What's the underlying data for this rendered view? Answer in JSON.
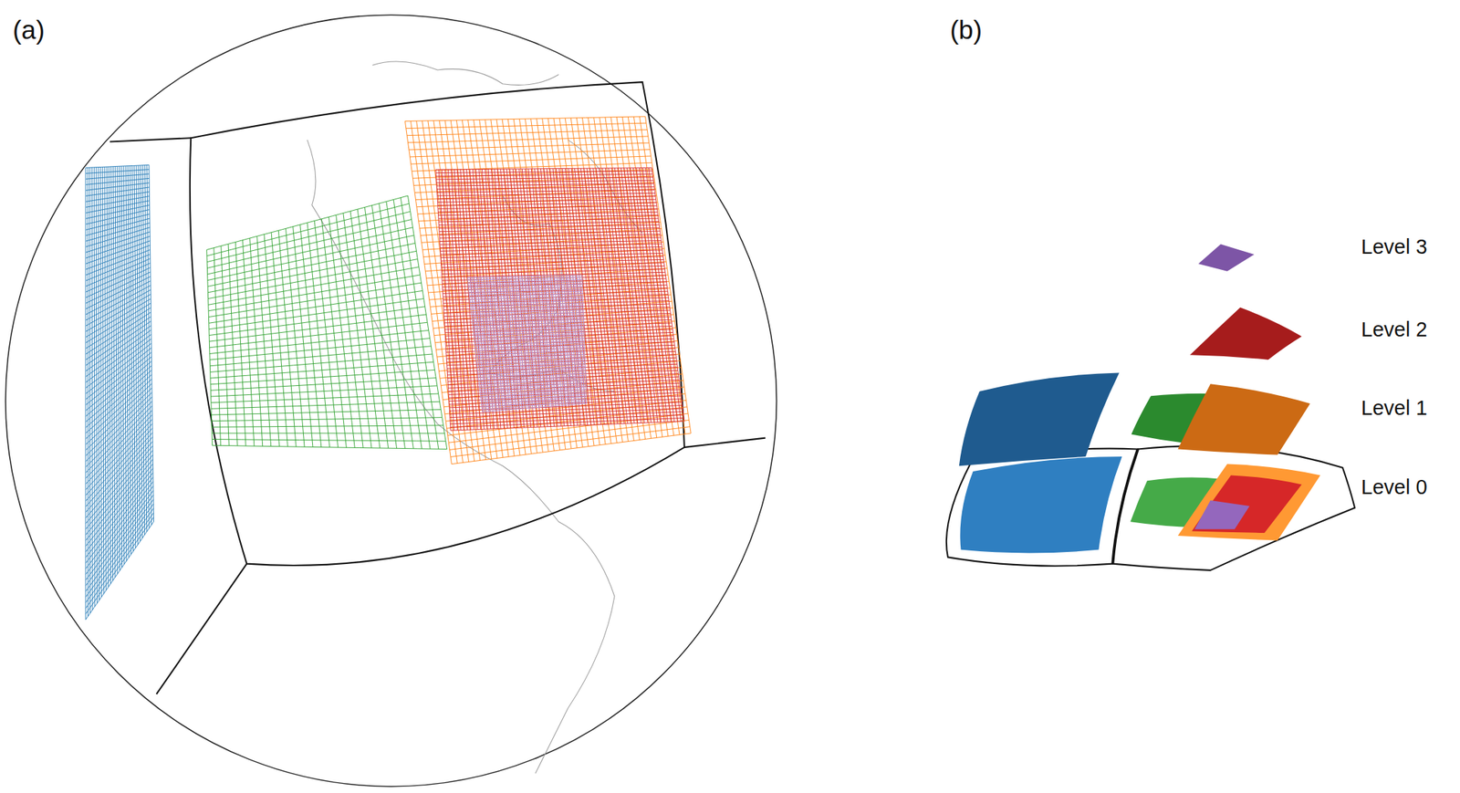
{
  "diagram": {
    "labels": [
      "(a)",
      "(b)",
      "Level 3",
      "Level 2",
      "Level 1",
      "Level 0"
    ]
  }
}
